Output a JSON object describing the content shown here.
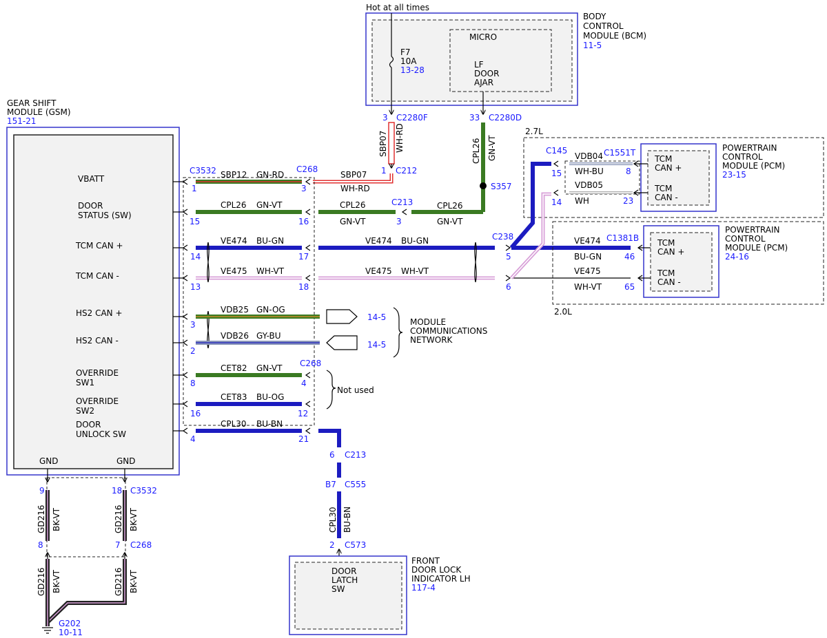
{
  "header": {
    "power": "Hot at all times"
  },
  "bcm": {
    "name": [
      "BODY",
      "CONTROL",
      "MODULE (BCM)"
    ],
    "ref": "11-5",
    "fuse": [
      "F7",
      "10A"
    ],
    "fuse_ref": "13-28",
    "micro": "MICRO",
    "ajar": [
      "LF",
      "DOOR",
      "AJAR"
    ]
  },
  "gsm": {
    "name": [
      "GEAR SHIFT",
      "MODULE (GSM)"
    ],
    "ref": "151-21",
    "pins": {
      "vbatt": "VBATT",
      "door_status": [
        "DOOR",
        "STATUS (SW)"
      ],
      "tcm_can_p": "TCM CAN +",
      "tcm_can_m": "TCM CAN -",
      "hs2_can_p": "HS2 CAN +",
      "hs2_can_m": "HS2 CAN -",
      "override1": [
        "OVERRIDE",
        "SW1"
      ],
      "override2": [
        "OVERRIDE",
        "SW2"
      ],
      "door_unlock": [
        "DOOR",
        "UNLOCK SW"
      ],
      "gnd": "GND"
    }
  },
  "pcm27": {
    "label": "2.7L",
    "name": [
      "POWERTRAIN",
      "CONTROL",
      "MODULE (PCM)"
    ],
    "ref": "23-15",
    "can_p": [
      "TCM",
      "CAN +"
    ],
    "can_m": [
      "TCM",
      "CAN -"
    ]
  },
  "pcm20": {
    "label": "2.0L",
    "name": [
      "POWERTRAIN",
      "CONTROL",
      "MODULE (PCM)"
    ],
    "ref": "24-16",
    "can_p": [
      "TCM",
      "CAN +"
    ],
    "can_m": [
      "TCM",
      "CAN -"
    ]
  },
  "mcn": {
    "name": [
      "MODULE",
      "COMMUNICATIONS",
      "NETWORK"
    ],
    "ref": "14-5"
  },
  "not_used": "Not used",
  "latch": {
    "name": [
      "FRONT",
      "DOOR LOCK",
      "INDICATOR LH"
    ],
    "ref": "117-4",
    "sw": [
      "DOOR",
      "LATCH",
      "SW"
    ]
  },
  "ground": {
    "name": "G202",
    "ref": "10-11"
  },
  "connectors": {
    "c2280f": "C2280F",
    "c2280d": "C2280D",
    "c212": "C212",
    "s357": "S357",
    "c3532": "C3532",
    "c268": "C268",
    "c213": "C213",
    "c238": "C238",
    "c145": "C145",
    "c1551t": "C1551T",
    "c1381b": "C1381B",
    "c555": "C555",
    "c573": "C573"
  },
  "pins": {
    "p1": "1",
    "p2": "2",
    "p3": "3",
    "p4": "4",
    "p5": "5",
    "p6": "6",
    "p7": "7",
    "p8": "8",
    "p9": "9",
    "p12": "12",
    "p13": "13",
    "p14": "14",
    "p15": "15",
    "p16": "16",
    "p17": "17",
    "p18": "18",
    "p21": "21",
    "p23": "23",
    "p33": "33",
    "p46": "46",
    "p65": "65",
    "b7": "B7"
  },
  "circuits": {
    "sbp07": "SBP07",
    "sbp12": "SBP12",
    "cpl26": "CPL26",
    "ve474": "VE474",
    "ve475": "VE475",
    "vdb25": "VDB25",
    "vdb26": "VDB26",
    "cet82": "CET82",
    "cet83": "CET83",
    "cpl30": "CPL30",
    "vdb04": "VDB04",
    "vdb05": "VDB05",
    "gd216": "GD216"
  },
  "colors": {
    "wh_rd": "WH-RD",
    "gn_rd": "GN-RD",
    "gn_vt": "GN-VT",
    "bu_gn": "BU-GN",
    "wh_vt": "WH-VT",
    "gn_og": "GN-OG",
    "gy_bu": "GY-BU",
    "bu_og": "BU-OG",
    "bu_bn": "BU-BN",
    "wh_bu": "WH-BU",
    "wh": "WH",
    "bk_vt": "BK-VT"
  },
  "wire_colors": {
    "green": "#3a7a22",
    "blue": "#1c1cc0",
    "red": "#e03030",
    "pink": "#d8a0d8",
    "grayblue": "#8a96b8",
    "orange": "#c88a2a",
    "black": "#222222"
  }
}
